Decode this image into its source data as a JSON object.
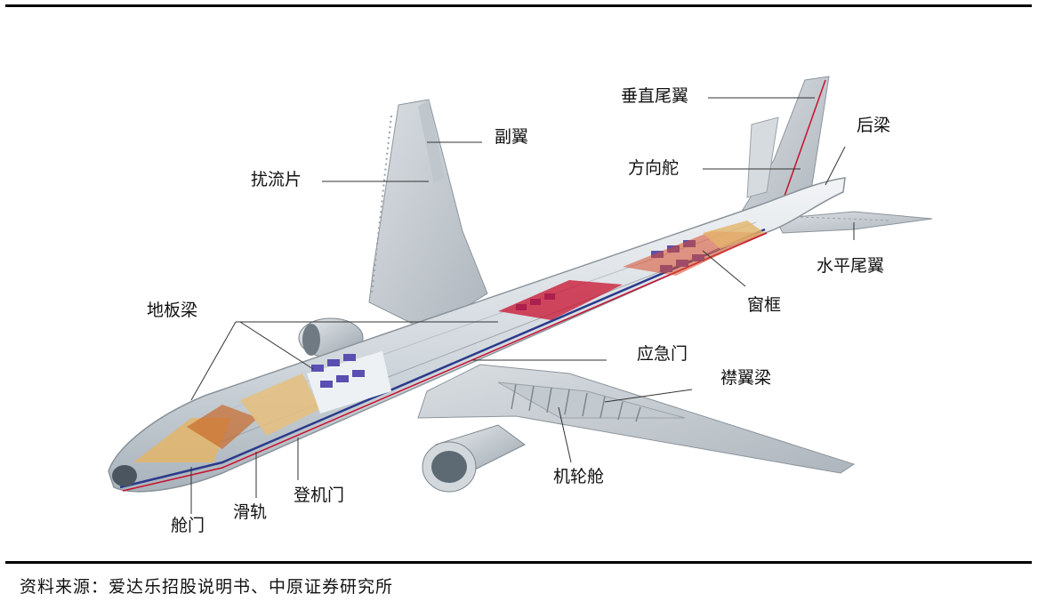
{
  "labels": {
    "vertical_stabilizer": "垂直尾翼",
    "aileron": "副翼",
    "rear_spar": "后梁",
    "spoiler": "扰流片",
    "rudder": "方向舵",
    "horizontal_stabilizer": "水平尾翼",
    "floor_beam": "地板梁",
    "window_frame": "窗框",
    "emergency_exit": "应急门",
    "flap_beam": "襟翼梁",
    "wheel_well": "机轮舱",
    "boarding_door": "登机门",
    "slide_rail": "滑轨",
    "hatch": "舱门"
  },
  "source": "资料来源：爱达乐招股说明书、中原证券研究所"
}
